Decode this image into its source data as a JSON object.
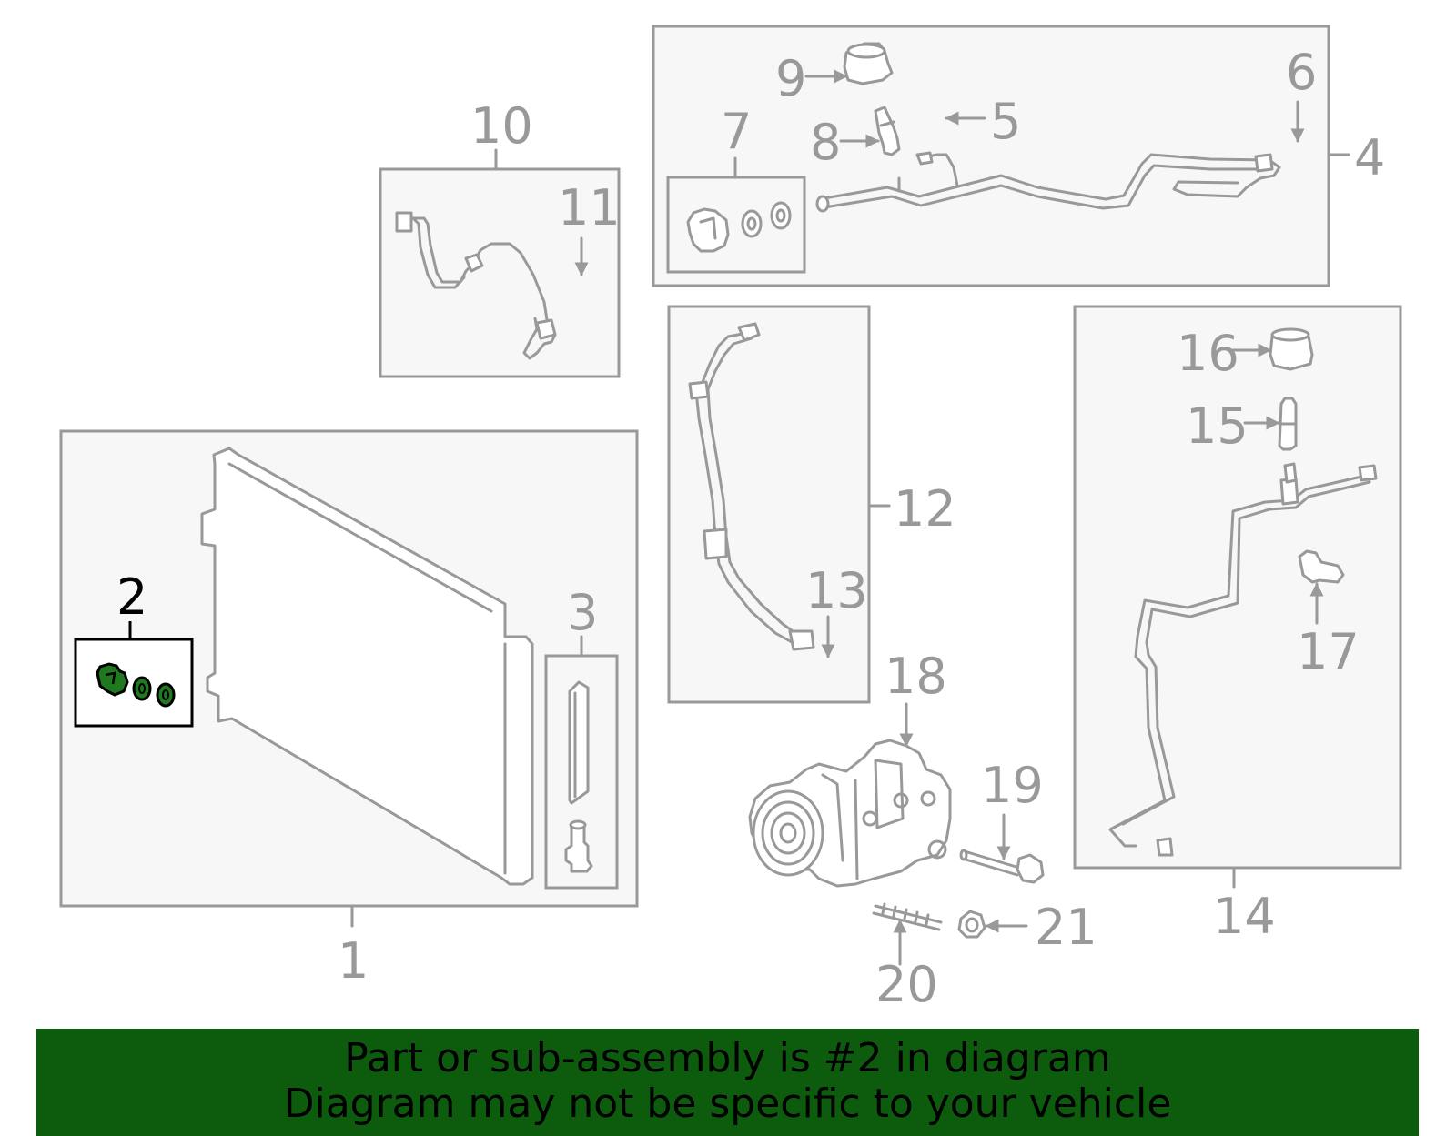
{
  "diagram": {
    "callouts": {
      "c1": "1",
      "c2": "2",
      "c3": "3",
      "c4": "4",
      "c5": "5",
      "c6": "6",
      "c7": "7",
      "c8": "8",
      "c9": "9",
      "c10": "10",
      "c11": "11",
      "c12": "12",
      "c13": "13",
      "c14": "14",
      "c15": "15",
      "c16": "16",
      "c17": "17",
      "c18": "18",
      "c19": "19",
      "c20": "20",
      "c21": "21"
    },
    "highlighted_part": "2",
    "colors": {
      "line": "#999999",
      "box_fill": "#f7f7f7",
      "highlight_part": "#1f7a1f",
      "highlight_outline": "#000000",
      "banner_bg": "#0d5c0d"
    }
  },
  "banner": {
    "line1": "Part or sub-assembly is #2 in diagram",
    "line2": "Diagram may not be specific to your vehicle"
  }
}
